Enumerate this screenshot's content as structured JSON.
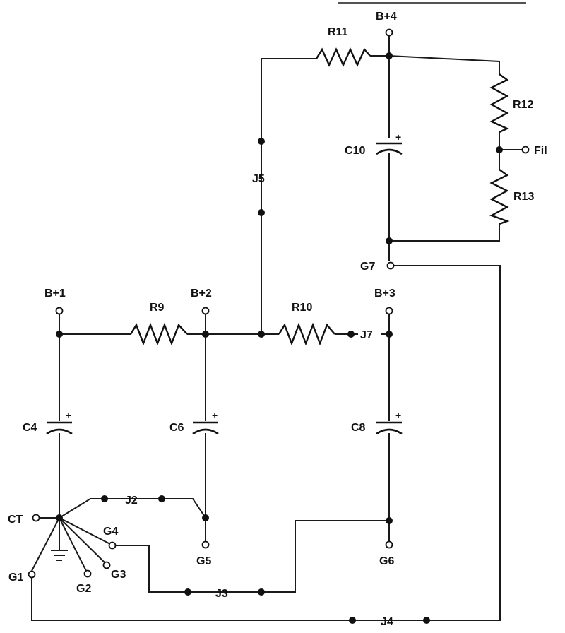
{
  "labels": {
    "b4": "B+4",
    "r11": "R11",
    "r12": "R12",
    "c10": "C10",
    "fil": "Fil",
    "r13": "R13",
    "j5": "J5",
    "g7": "G7",
    "b1": "B+1",
    "b2": "B+2",
    "b3": "B+3",
    "r9": "R9",
    "r10": "R10",
    "j7": "J7",
    "c4": "C4",
    "c6": "C6",
    "c8": "C8",
    "ct": "CT",
    "j2": "J2",
    "g4": "G4",
    "g5": "G5",
    "g6": "G6",
    "g1": "G1",
    "g2": "G2",
    "g3": "G3",
    "j3": "J3",
    "j4": "J4"
  },
  "polarity_mark": "+"
}
